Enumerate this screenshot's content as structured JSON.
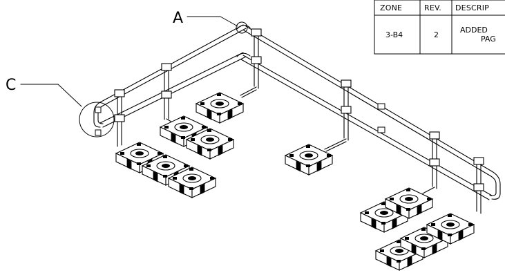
{
  "callouts": {
    "a": "A",
    "c": "C"
  },
  "revision_table": {
    "headers": [
      "ZONE",
      "REV.",
      "DESCRIP"
    ],
    "row": {
      "zone": "3-B4",
      "rev": "2",
      "description_line1": "ADDED",
      "description_line2": "PAG"
    }
  },
  "colors": {
    "line": "#000000",
    "background": "#ffffff"
  }
}
